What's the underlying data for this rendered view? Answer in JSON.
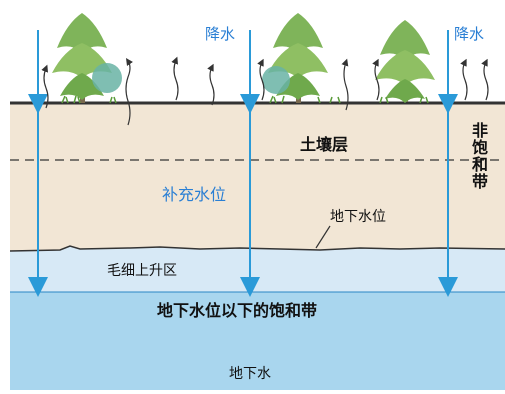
{
  "labels": {
    "rain_left": "降水",
    "rain_right": "降水",
    "soil_layer": "土壤层",
    "unsaturated_zone": "非饱和带",
    "recharge_level": "补充水位",
    "water_table": "地下水位",
    "capillary_zone": "毛细上升区",
    "saturated_zone": "地下水位以下的饱和带",
    "groundwater": "地下水"
  },
  "colors": {
    "soil": "#f2e6d5",
    "capillary": "#d7e9f6",
    "saturated": "#a9d6ee",
    "arrow": "#2a9ad8",
    "rain_text": "#2a7fd4"
  },
  "icons": [
    "tree-icon",
    "tree-icon",
    "tree-icon",
    "evaporation-arrow-icon",
    "rain-arrow-icon"
  ]
}
